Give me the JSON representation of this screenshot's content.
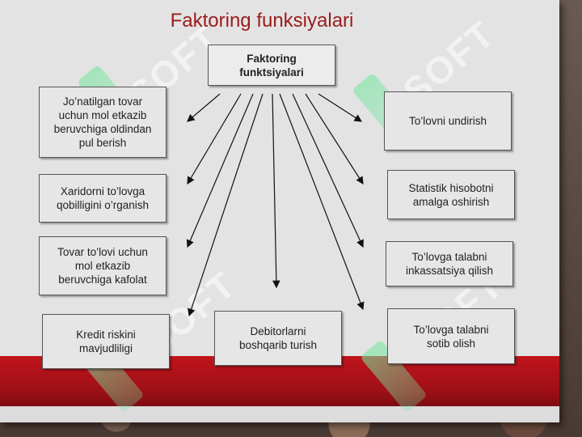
{
  "title": "Faktoring funksiyalari",
  "center_box": "Faktoring\nfunktsiyalari",
  "boxes": {
    "b1": "Jo’natilgan tovar\nuchun mol etkazib\nberuvchiga oldindan\npul berish",
    "b2": "Xaridorni to’lovga\nqobilligini o’rganish",
    "b3": "Tovar to’lovi uchun\nmol etkazib\nberuvchiga kafolat",
    "b4": "Kredit riskini\nmavjudliligi",
    "b5": "Debitorlarni\nboshqarib turish",
    "b6": "To’lovni undirish",
    "b7": "Statistik hisobotni\namalga oshirish",
    "b8": "To’lovga talabni\ninkassatsiya qilish",
    "b9": "To’lovga talabni\nsotib olish"
  },
  "watermark": "SOFT"
}
